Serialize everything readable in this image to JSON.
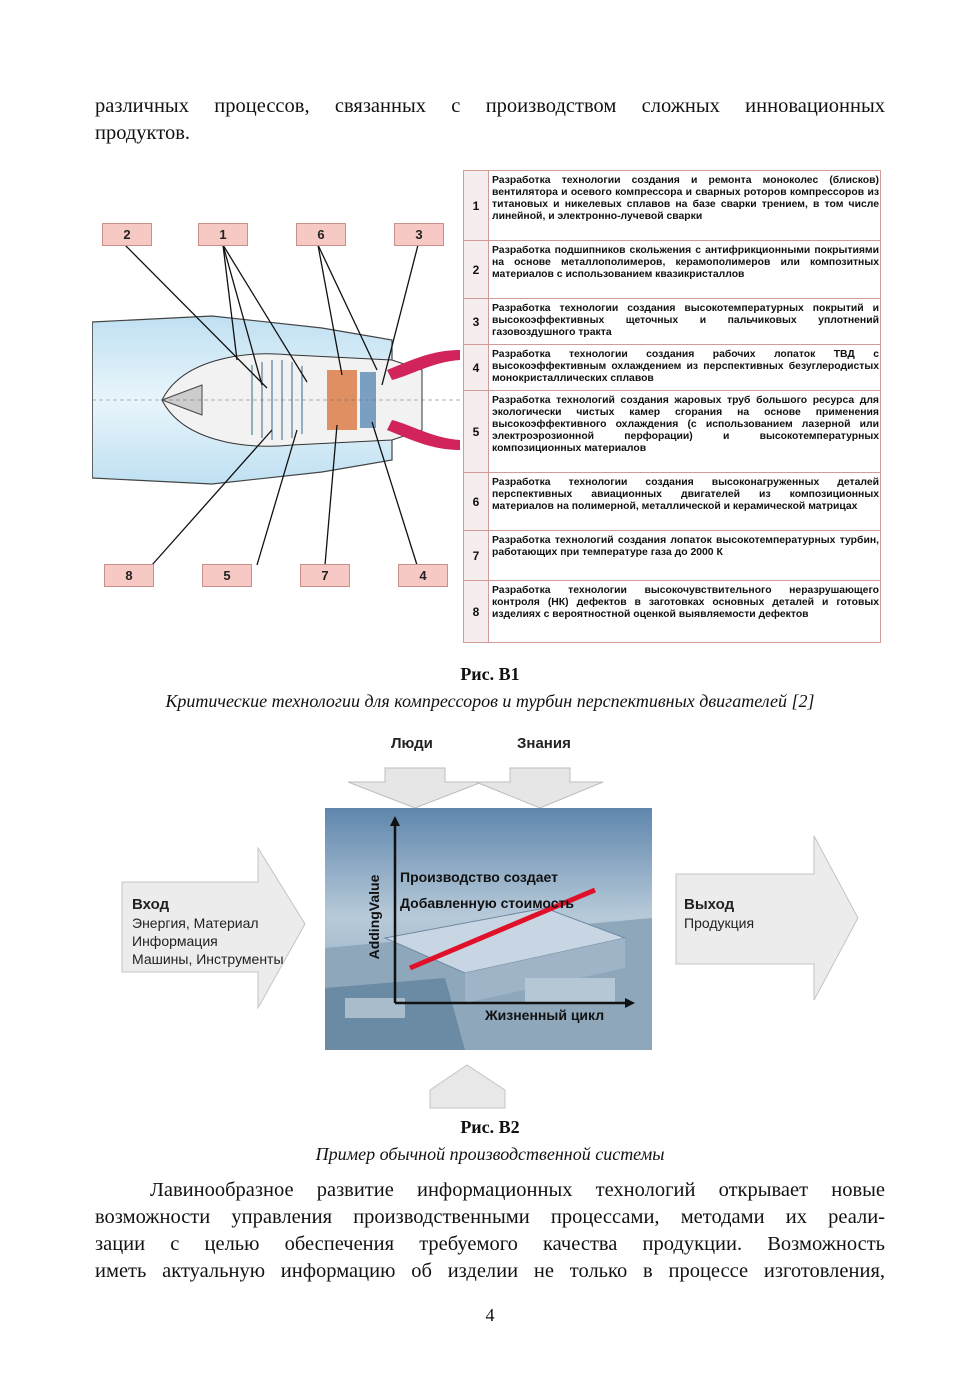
{
  "text": {
    "intro_lines": [
      "различных процессов, связанных с производством сложных инновационных",
      "продуктов."
    ],
    "body_lines": [
      "Лавинообразное развитие информационных технологий открывает новые",
      "возможности управления производственными процессами, методами их реали-",
      "зации с целью обеспечения требуемого качества продукции. Возможность",
      "иметь актуальную информацию об изделии не только в процессе изготовления,"
    ],
    "page_number": "4"
  },
  "figure1": {
    "title": "Рис. В1",
    "caption": "Критические технологии для компрессоров и турбин перспективных двигателей [2]",
    "top_labels": [
      "2",
      "1",
      "6",
      "3"
    ],
    "bottom_labels": [
      "8",
      "5",
      "7",
      "4"
    ],
    "rows": [
      {
        "num": "1",
        "text": "Разработка технологии создания и ремонта моноколес (блисков) вентилятора и осевого компрессора и сварных роторов компрессоров из титановых и никелевых сплавов на базе сварки трением, в том числе линейной, и электронно-лучевой сварки"
      },
      {
        "num": "2",
        "text": "Разработка подшипников скольжения с антифрикционными покрытиями на основе металлополимеров, керамополимеров или композитных материалов с использованием квазикристаллов"
      },
      {
        "num": "3",
        "text": "Разработка технологии создания высокотемпературных покрытий и высокоэффективных щеточных и пальчиковых уплотнений газовоздушного тракта"
      },
      {
        "num": "4",
        "text": "Разработка технологии создания рабочих лопаток ТВД с высокоэффективным охлаждением из перспективных безуглеродистых монокристаллических сплавов"
      },
      {
        "num": "5",
        "text": "Разработка технологий создания жаровых труб большого ресурса для экологически чистых камер сгорания на основе применения высокоэффективного охлаждения (с использованием лазерной или электроэрозионной перфорации) и высокотемпературных композиционных материалов"
      },
      {
        "num": "6",
        "text": "Разработка технологии создания высоконагруженных деталей перспективных авиационных двигателей из композиционных материалов на полимерной, металлической и керамической матрицах"
      },
      {
        "num": "7",
        "text": "Разработка технологий создания лопаток высокотемпературных турбин, работающих при температуре газа до 2000 К"
      },
      {
        "num": "8",
        "text": "Разработка технологии высокочувствительного неразрушающего контроля (НК) дефектов в заготовках основных деталей и готовых изделиях с вероятностной оценкой выявляемости дефектов"
      }
    ]
  },
  "figure2": {
    "title": "Рис. В2",
    "caption": "Пример обычной производственной системы",
    "top_left_label": "Люди",
    "top_right_label": "Знания",
    "input": {
      "title": "Вход",
      "lines": [
        "Энергия, Материал",
        "Информация",
        "Машины, Инструменты"
      ]
    },
    "output": {
      "title": "Выход",
      "lines": [
        "Продукция"
      ]
    },
    "chart_y_label": "AddingValue",
    "chart_x_label": "Жизненный цикл",
    "chart_line1": "Производство создает",
    "chart_line2": "Добавленную стоимость",
    "colors": {
      "value_line": "#e0102a",
      "arrow_fill": "#eaeaea",
      "label_box": "#f7c9c4"
    }
  }
}
